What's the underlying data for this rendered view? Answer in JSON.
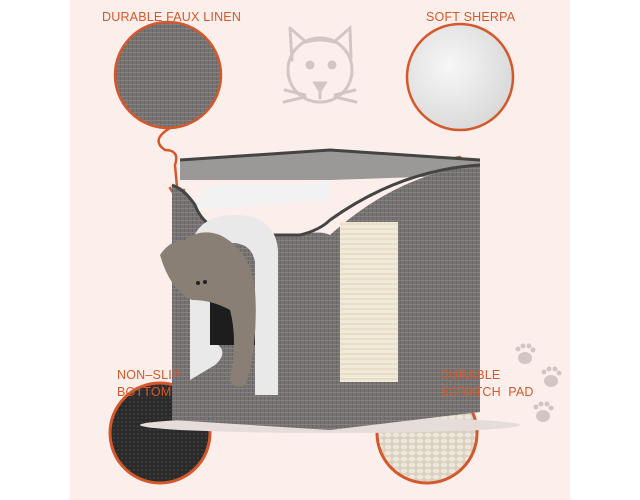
{
  "features": {
    "linen": "DURABLE FAUX LINEN",
    "sherpa": "SOFT SHERPA",
    "bottom_line1": "NON–SLIP",
    "bottom_line2": "BOTTOM",
    "scratch_line1": "DURABLE",
    "scratch_line2": "SCRATCH  PAD"
  },
  "colors": {
    "background": "#fcefeb",
    "accent": "#d4582b",
    "fabric": "#7b7979",
    "sherpa": "#ececec",
    "sisal": "#e6dfcf",
    "icon": "#d2c6c4"
  }
}
